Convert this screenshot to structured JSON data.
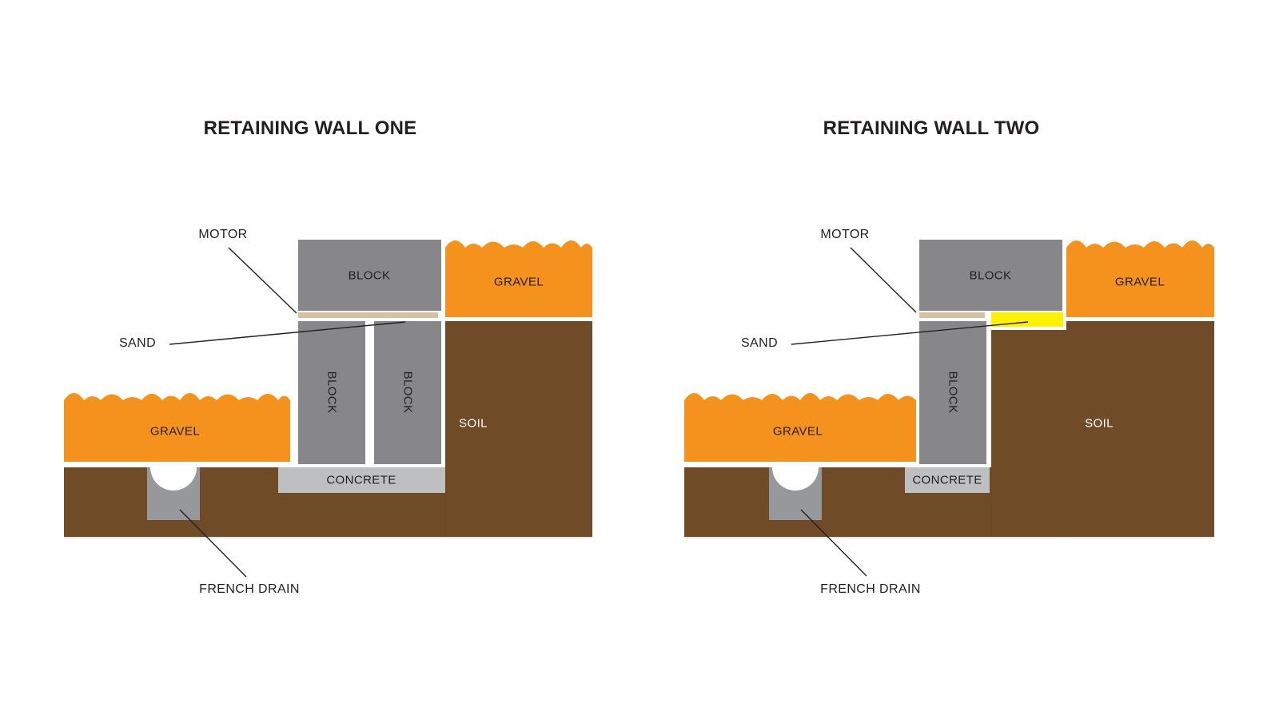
{
  "colors": {
    "gravel_orange": "#F5921E",
    "soil_brown": "#6F4B28",
    "block_gray": "#87878A",
    "concrete_gray": "#BDBFC1",
    "drain_gray": "#97989B",
    "sand_tan": "#D8C0A0",
    "highlight_yellow": "#FFF200",
    "text_black": "#231F20"
  },
  "diagrams": [
    {
      "title": "RETAINING WALL ONE",
      "labels": {
        "motor": "MOTOR",
        "sand": "SAND",
        "block_top": "BLOCK",
        "block_col_left": "BLOCK",
        "block_col_right": "BLOCK",
        "gravel_upper": "GRAVEL",
        "gravel_lower": "GRAVEL",
        "soil": "SOIL",
        "concrete": "CONCRETE",
        "french_drain": "FRENCH DRAIN"
      }
    },
    {
      "title": "RETAINING WALL TWO",
      "labels": {
        "motor": "MOTOR",
        "sand": "SAND",
        "block_top": "BLOCK",
        "block_col": "BLOCK",
        "gravel_upper": "GRAVEL",
        "gravel_lower": "GRAVEL",
        "soil": "SOIL",
        "concrete": "CONCRETE",
        "french_drain": "FRENCH DRAIN"
      }
    }
  ]
}
